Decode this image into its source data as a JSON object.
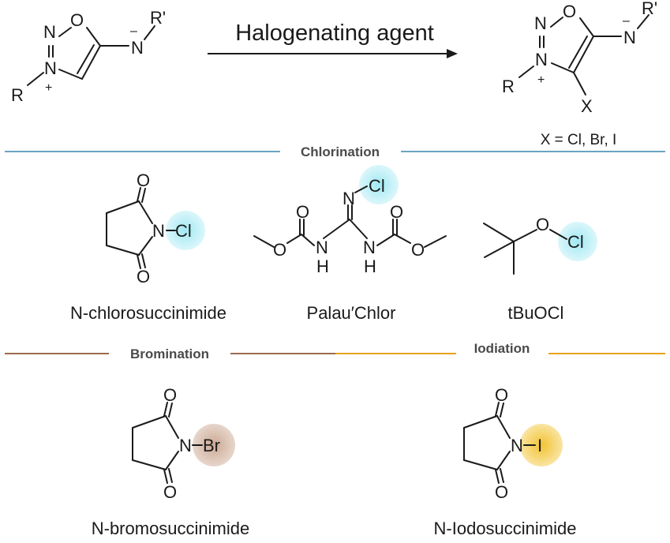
{
  "colors": {
    "chlorination_line": "#3a86ad",
    "bromination_line": "#9c6b4e",
    "iodination_line": "#e8a317",
    "cl_highlight": "#9be7f2",
    "br_highlight": "#c9a48d",
    "i_highlight": "#f2c331"
  },
  "reaction": {
    "arrow_label": "Halogenating agent",
    "product_note": "X = Cl, Br, I",
    "reactant_atoms": {
      "n_top": "N",
      "n_bottom": "N",
      "o": "O",
      "r": "R",
      "plus": "+",
      "n_exo": "N",
      "minus": "–",
      "r_prime": "R'"
    },
    "product_atoms": {
      "n_top": "N",
      "n_bottom": "N",
      "o": "O",
      "r": "R",
      "plus": "+",
      "n_exo": "N",
      "minus": "–",
      "r_prime": "R'",
      "x": "X"
    }
  },
  "sections": {
    "chlorination": "Chlorination",
    "bromination": "Bromination",
    "iodination": "Iodiation"
  },
  "reagents": {
    "ncs": {
      "name": "N-chlorosuccinimide",
      "o_top": "O",
      "o_bottom": "O",
      "n": "N",
      "halogen": "Cl"
    },
    "palau": {
      "name": "Palau′Chlor",
      "cl": "Cl",
      "n_imine": "N",
      "o_left_top": "O",
      "o_left_bridge": "O",
      "o_right_top": "O",
      "o_right_bridge": "O",
      "n_left": "N",
      "h_left": "H",
      "n_right": "N",
      "h_right": "H"
    },
    "tbuocl": {
      "name": "tBuOCl",
      "o": "O",
      "cl": "Cl"
    },
    "nbs": {
      "name": "N-bromosuccinimide",
      "o_top": "O",
      "o_bottom": "O",
      "n": "N",
      "halogen": "Br"
    },
    "nis": {
      "name": "N-Iodosuccinimide",
      "o_top": "O",
      "o_bottom": "O",
      "n": "N",
      "halogen": "I"
    }
  }
}
